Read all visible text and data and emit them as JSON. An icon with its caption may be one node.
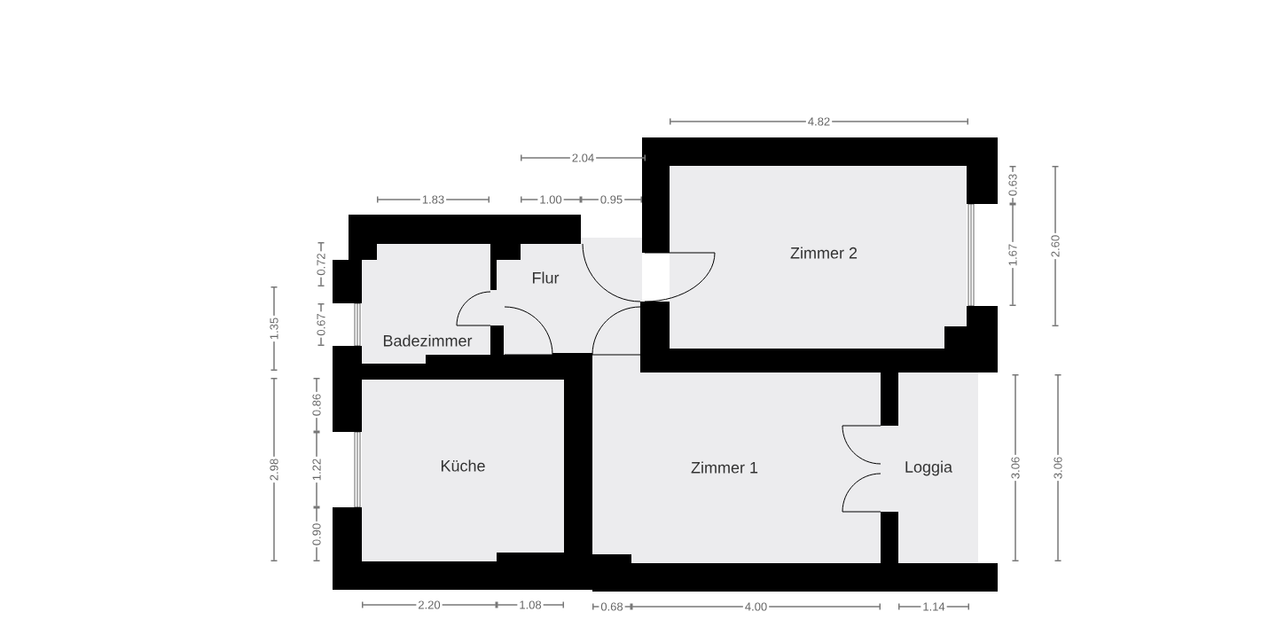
{
  "diagram": {
    "nodes": [
      {
        "text": [
          "Badezimmer"
        ]
      },
      {
        "text": [
          "Flur"
        ]
      },
      {
        "text": [
          "Zimmer 2"
        ]
      },
      {
        "text": [
          "Küche"
        ]
      },
      {
        "text": [
          "Zimmer 1"
        ]
      },
      {
        "text": [
          "Loggia"
        ]
      }
    ],
    "labels": [
      "4.82",
      "2.04",
      "1.83",
      "1.00",
      "0.95",
      "0.63",
      "0.72",
      "1.67",
      "2.60",
      "1.35",
      "0.67",
      "0.86",
      "2.98",
      "1.22",
      "0.90",
      "3.06",
      "3.06",
      "2.20",
      "1.08",
      "0.68",
      "4.00",
      "1.14"
    ]
  }
}
